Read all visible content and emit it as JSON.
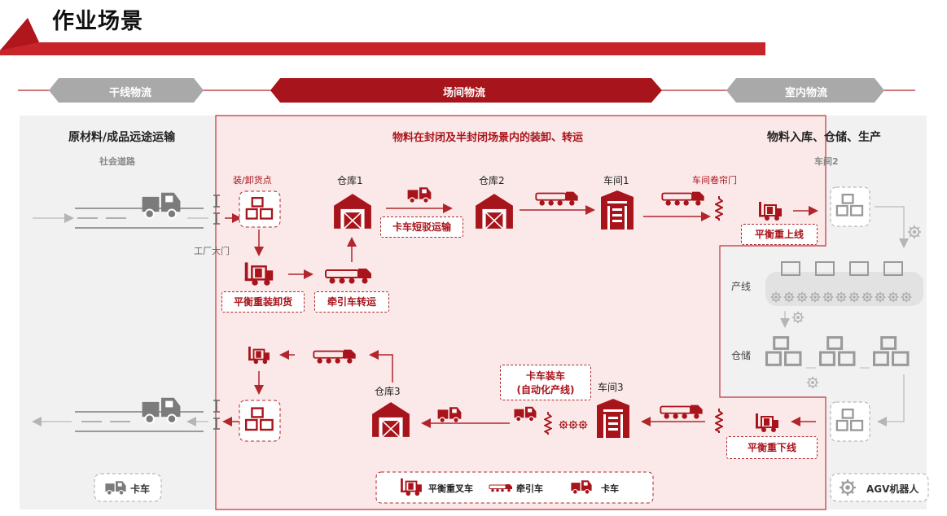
{
  "page": {
    "title": "作业场景"
  },
  "phases": [
    "干线物流",
    "场间物流",
    "室内物流"
  ],
  "sections": {
    "left_title": "原材料/成品远途运输",
    "left_sub": "社会道路",
    "middle_title": "物料在封闭及半封闭场景内的装卸、转运",
    "right_title": "物料入库、仓储、生产"
  },
  "labels": {
    "load_point": "装/卸货点",
    "factory_gate": "工厂大门",
    "warehouse1": "仓库1",
    "warehouse2": "仓库2",
    "warehouse3": "仓库3",
    "workshop1": "车间1",
    "workshop2": "车间2",
    "workshop3": "车间3",
    "roller_door": "车间卷帘门",
    "production_line": "产线",
    "storage": "仓储"
  },
  "boxes": {
    "truck_shuttle": "卡车短驳运输",
    "forklift_unload": "平衡重装卸货",
    "tractor_transfer": "牵引车转运",
    "forklift_online": "平衡重上线",
    "truck_loading_l1": "卡车装车",
    "truck_loading_l2": "(自动化产线)",
    "forklift_offline": "平衡重下线"
  },
  "legend": {
    "truck_left": "卡车",
    "forklift": "平衡重叉车",
    "tractor": "牵引车",
    "truck": "卡车",
    "agv": "AGV机器人"
  },
  "colors": {
    "brand_red": "#a8141b",
    "chevron_grey": "#a9a9a9",
    "panel_pink": "#fbe9e9",
    "panel_grey": "#f1f1f1"
  }
}
